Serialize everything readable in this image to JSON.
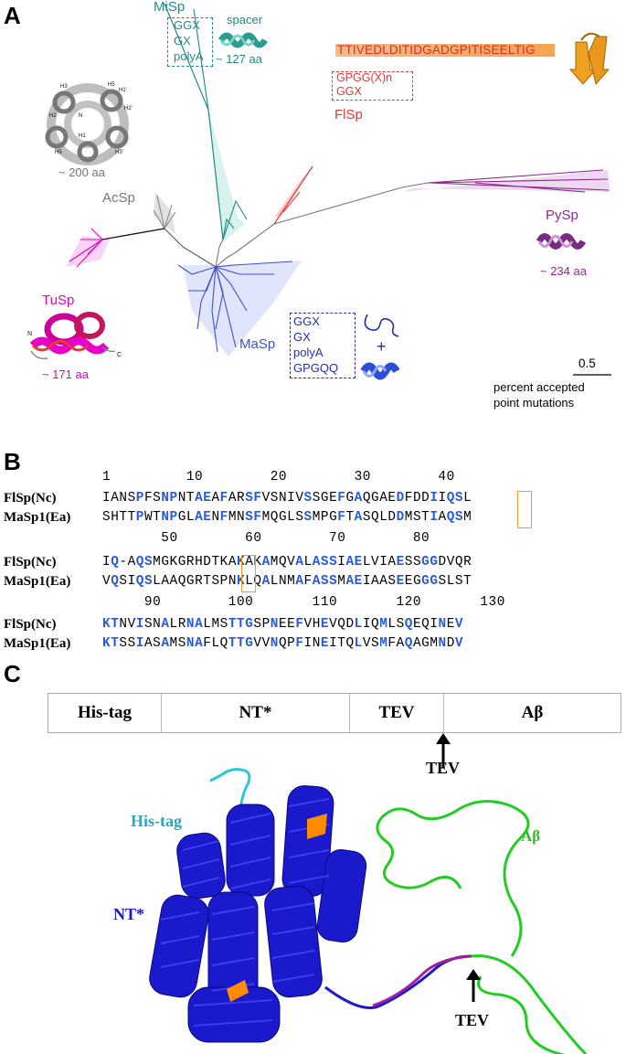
{
  "panels": {
    "a": "A",
    "b": "B",
    "c": "C"
  },
  "tree": {
    "misp": {
      "label": "MiSp",
      "motifs": [
        "GGX",
        "GX",
        "polyA"
      ],
      "spacer_label": "spacer",
      "size": "~ 127 aa"
    },
    "flsp": {
      "label": "FlSp",
      "sequence": "TTIVEDLDITIDGADGPITISEELTIG",
      "motifs": [
        "GPGG(X)n",
        "GGX"
      ]
    },
    "acsp": {
      "label": "AcSp",
      "size": "~ 200 aa"
    },
    "pysp": {
      "label": "PySp",
      "size": "~ 234 aa"
    },
    "tusp": {
      "label": "TuSp",
      "size": "~ 171 aa"
    },
    "masp": {
      "label": "MaSp",
      "motifs": [
        "GGX",
        "GX",
        "polyA",
        "GPGQQ"
      ],
      "plus": "+"
    },
    "scale": {
      "value": "0.5",
      "caption_line1": "percent accepted",
      "caption_line2": "point mutations"
    },
    "colors": {
      "misp": "#1e8c86",
      "flsp": "#e53935",
      "acsp": "#8a8a8a",
      "pysp": "#8e2a8e",
      "tusp": "#e600c8",
      "masp": "#3f51d8",
      "neutral": "#777777"
    }
  },
  "alignment": {
    "blocks": [
      {
        "numbering": "1         10        20        30        40",
        "rows": [
          {
            "name": "FlSp(Nc)",
            "seq": "IANSPFSNPNTAEAFARSFVSNIVSSGEFGAQGAEDFDDIIQSL"
          },
          {
            "name": "MaSp1(Ea)",
            "seq": "SHTTPWTNPGLAENFMNSFMQGLSSMPGFTASQLDDMSTIAQSM"
          }
        ]
      },
      {
        "numbering": "       50        60        70        80",
        "rows": [
          {
            "name": "FlSp(Nc)",
            "seq": "IQ-AQSMGKGRHDTKAKAKAMQVALASSIAELVIAESSGGDVQR"
          },
          {
            "name": "MaSp1(Ea)",
            "seq": "VQSIQSLAAQGRTSPNKLQALNMAFASSMAEIAASEEGGGSLST"
          }
        ]
      },
      {
        "numbering": "     90        100       110       120       130",
        "rows": [
          {
            "name": "FlSp(Nc)",
            "seq": "KTNVISNALRNALMSTTGSPNEEFVHEVQDLIQMLSQEQINEV"
          },
          {
            "name": "MaSp1(Ea)",
            "seq": "KTSSIASAMSNAFLQTTGVVNQPFINEITQLVSMFAQAGMNDV"
          }
        ]
      }
    ]
  },
  "construct": {
    "segments": [
      {
        "label": "His-tag",
        "color": "#cfeafb"
      },
      {
        "label": "NT*",
        "color": "#8494f0"
      },
      {
        "label": "TEV",
        "color": "#e2a4f2"
      },
      {
        "label": "Aβ",
        "color": "#6fdc63"
      }
    ],
    "arrow_label": "TEV",
    "structure_labels": {
      "his_tag": "His-tag",
      "nt": "NT*",
      "abeta": "Aβ",
      "tev": "TEV"
    }
  }
}
